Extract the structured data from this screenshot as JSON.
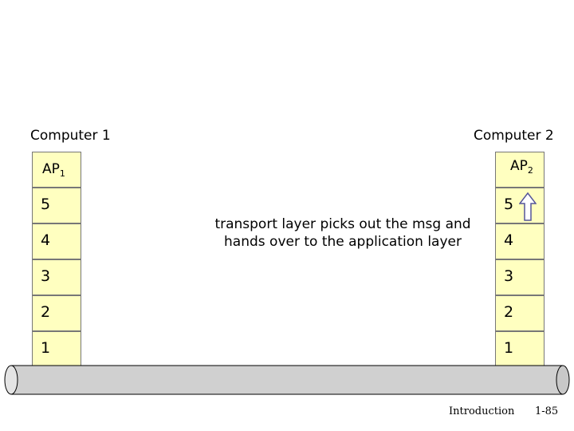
{
  "computer1": {
    "label": "Computer 1",
    "app": "AP",
    "app_sub": "1"
  },
  "computer2": {
    "label": "Computer 2",
    "app": "AP",
    "app_sub": "2"
  },
  "layers": [
    "5",
    "4",
    "3",
    "2",
    "1"
  ],
  "caption": {
    "line1": "transport layer picks out the msg and",
    "line2": "hands over to the application layer"
  },
  "footer": {
    "section": "Introduction",
    "page": "1-85"
  },
  "colors": {
    "layer_fill": "#ffffc0",
    "cable_fill": "#d0d0d0",
    "arrow_fill": "#ffffff",
    "arrow_stroke": "#555599"
  }
}
